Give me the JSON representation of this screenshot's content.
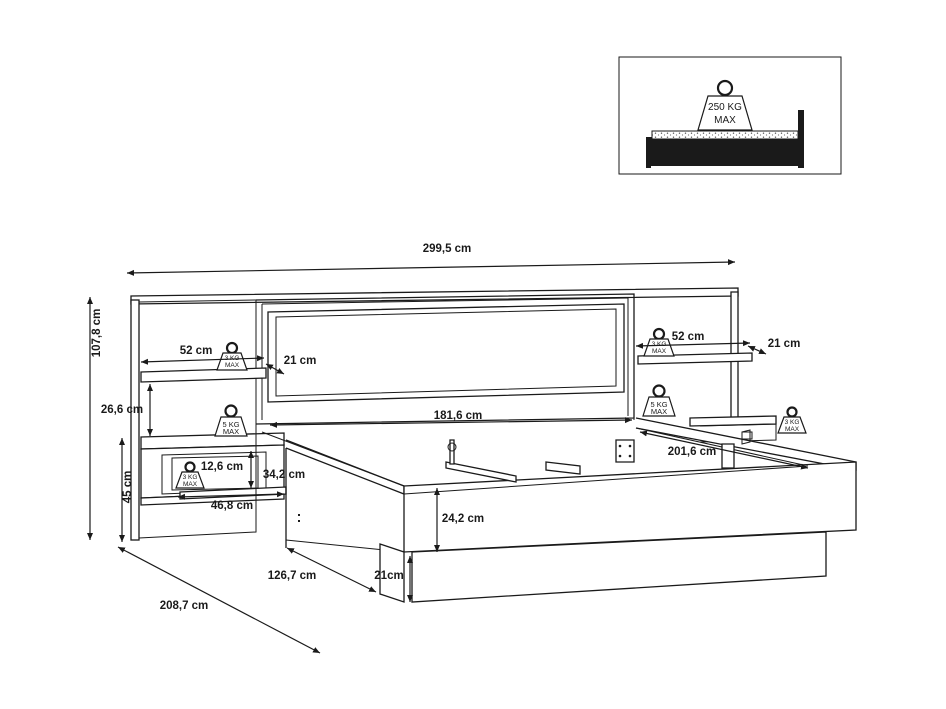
{
  "inset": {
    "weight_value": "250 KG",
    "weight_unit": "MAX"
  },
  "weights": {
    "left_shelf": {
      "value": "3 KG",
      "unit": "MAX"
    },
    "left_cabinet": {
      "value": "5 KG",
      "unit": "MAX"
    },
    "left_drawer": {
      "value": "3 KG",
      "unit": "MAX"
    },
    "right_shelf": {
      "value": "3 KG",
      "unit": "MAX"
    },
    "right_cabinet": {
      "value": "5 KG",
      "unit": "MAX"
    },
    "right_drawer": {
      "value": "3 KG",
      "unit": "MAX"
    }
  },
  "dimensions": {
    "total_width": "299,5 cm",
    "total_height": "107,8 cm",
    "total_depth": "208,7 cm",
    "shelf_width_left": "52 cm",
    "shelf_depth_left": "21 cm",
    "shelf_width_right": "52 cm",
    "shelf_depth_right": "21 cm",
    "shelf_gap": "26,6 cm",
    "cabinet_height": "45 cm",
    "drawer_inner_height": "12,6 cm",
    "drawer_height": "34,2 cm",
    "cabinet_width": "46,8 cm",
    "mattress_width": "181,6 cm",
    "mattress_length": "201,6 cm",
    "frame_height": "24,2 cm",
    "frame_width": "126,7 cm",
    "base_height": "21cm"
  }
}
